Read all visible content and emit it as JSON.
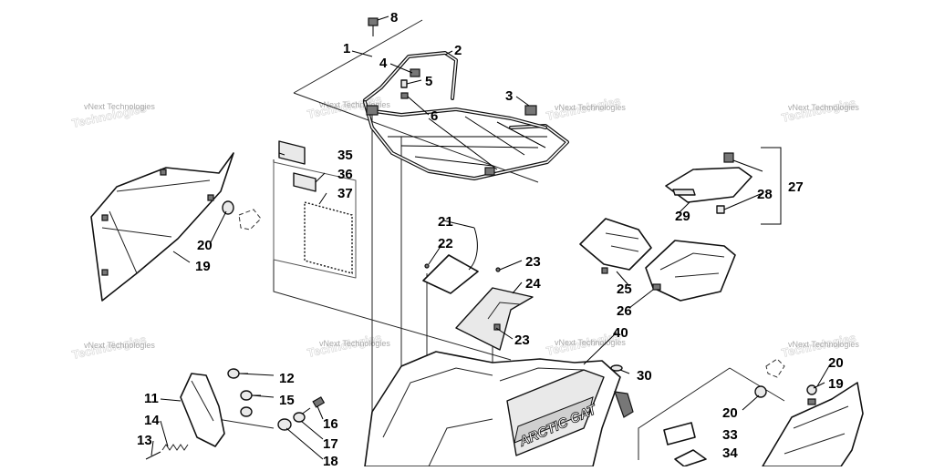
{
  "diagram": {
    "watermark_text": "vNext Technologies",
    "decal_text": "ARCTIC CAT",
    "callouts": [
      {
        "id": "c1",
        "label": "1"
      },
      {
        "id": "c2",
        "label": "2"
      },
      {
        "id": "c3",
        "label": "3"
      },
      {
        "id": "c4",
        "label": "4"
      },
      {
        "id": "c5",
        "label": "5"
      },
      {
        "id": "c6",
        "label": "6"
      },
      {
        "id": "c8",
        "label": "8"
      },
      {
        "id": "c11",
        "label": "11"
      },
      {
        "id": "c12",
        "label": "12"
      },
      {
        "id": "c13",
        "label": "13"
      },
      {
        "id": "c14",
        "label": "14"
      },
      {
        "id": "c15",
        "label": "15"
      },
      {
        "id": "c16",
        "label": "16"
      },
      {
        "id": "c17",
        "label": "17"
      },
      {
        "id": "c18",
        "label": "18"
      },
      {
        "id": "c19a",
        "label": "19"
      },
      {
        "id": "c19b",
        "label": "19"
      },
      {
        "id": "c20a",
        "label": "20"
      },
      {
        "id": "c20b",
        "label": "20"
      },
      {
        "id": "c20c",
        "label": "20"
      },
      {
        "id": "c21",
        "label": "21"
      },
      {
        "id": "c22",
        "label": "22"
      },
      {
        "id": "c23a",
        "label": "23"
      },
      {
        "id": "c23b",
        "label": "23"
      },
      {
        "id": "c24",
        "label": "24"
      },
      {
        "id": "c25",
        "label": "25"
      },
      {
        "id": "c26",
        "label": "26"
      },
      {
        "id": "c27",
        "label": "27"
      },
      {
        "id": "c28",
        "label": "28"
      },
      {
        "id": "c29",
        "label": "29"
      },
      {
        "id": "c30",
        "label": "30"
      },
      {
        "id": "c33",
        "label": "33"
      },
      {
        "id": "c34",
        "label": "34"
      },
      {
        "id": "c35",
        "label": "35"
      },
      {
        "id": "c36",
        "label": "36"
      },
      {
        "id": "c37",
        "label": "37"
      },
      {
        "id": "c40",
        "label": "40"
      }
    ]
  }
}
